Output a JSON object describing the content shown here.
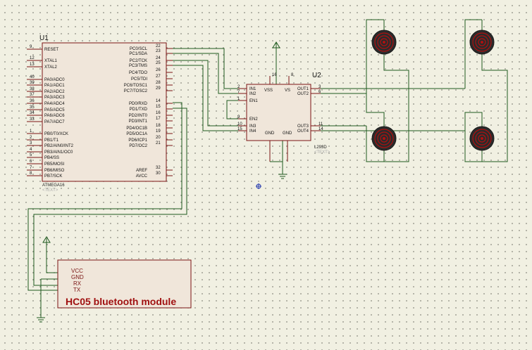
{
  "u1": {
    "ref": "U1",
    "part": "ATMEGA16",
    "ghost": "<TEXT>",
    "left_pins": [
      {
        "num": "9",
        "name": "RESET"
      },
      {
        "num": "12",
        "name": "XTAL1"
      },
      {
        "num": "13",
        "name": "XTAL2"
      },
      {
        "num": "40",
        "name": "PA0/ADC0"
      },
      {
        "num": "39",
        "name": "PA1/ADC1"
      },
      {
        "num": "38",
        "name": "PA2/ADC2"
      },
      {
        "num": "37",
        "name": "PA3/ADC3"
      },
      {
        "num": "36",
        "name": "PA4/ADC4"
      },
      {
        "num": "35",
        "name": "PA5/ADC5"
      },
      {
        "num": "34",
        "name": "PA6/ADC6"
      },
      {
        "num": "33",
        "name": "PA7/ADC7"
      },
      {
        "num": "1",
        "name": "PB0/T0/XCK"
      },
      {
        "num": "2",
        "name": "PB1/T1"
      },
      {
        "num": "3",
        "name": "PB2/AIN0/INT2"
      },
      {
        "num": "4",
        "name": "PB3/AIN1/OC0"
      },
      {
        "num": "5",
        "name": "PB4/SS"
      },
      {
        "num": "6",
        "name": "PB5/MOSI"
      },
      {
        "num": "7",
        "name": "PB6/MISO"
      },
      {
        "num": "8",
        "name": "PB7/SCK"
      }
    ],
    "right_pins": [
      {
        "num": "22",
        "name": "PC0/SCL"
      },
      {
        "num": "23",
        "name": "PC1/SDA"
      },
      {
        "num": "24",
        "name": "PC2/TCK"
      },
      {
        "num": "25",
        "name": "PC3/TMS"
      },
      {
        "num": "26",
        "name": "PC4/TDO"
      },
      {
        "num": "27",
        "name": "PC5/TDI"
      },
      {
        "num": "28",
        "name": "PC6/TOSC1"
      },
      {
        "num": "29",
        "name": "PC7/TOSC2"
      },
      {
        "num": "14",
        "name": "PD0/RXD"
      },
      {
        "num": "15",
        "name": "PD1/TXD"
      },
      {
        "num": "16",
        "name": "PD2/INT0"
      },
      {
        "num": "17",
        "name": "PD3/INT1"
      },
      {
        "num": "18",
        "name": "PD4/OC1B"
      },
      {
        "num": "19",
        "name": "PD5/OC1A"
      },
      {
        "num": "20",
        "name": "PD6/ICP1"
      },
      {
        "num": "21",
        "name": "PD7/OC2"
      },
      {
        "num": "32",
        "name": "AREF"
      },
      {
        "num": "30",
        "name": "AVCC"
      }
    ]
  },
  "u2": {
    "ref": "U2",
    "part": "L293D",
    "ghost": "<TEXT>",
    "top_pins": [
      {
        "num": "16",
        "name": "VSS"
      },
      {
        "num": "8",
        "name": "VS"
      }
    ],
    "left_pins": [
      {
        "num": "2",
        "name": "IN1"
      },
      {
        "num": "7",
        "name": "IN2"
      },
      {
        "num": "1",
        "name": "EN1"
      },
      {
        "num": "9",
        "name": "EN2"
      },
      {
        "num": "10",
        "name": "IN3"
      },
      {
        "num": "15",
        "name": "IN4"
      }
    ],
    "right_pins": [
      {
        "num": "3",
        "name": "OUT1"
      },
      {
        "num": "6",
        "name": "OUT2"
      },
      {
        "num": "11",
        "name": "OUT3"
      },
      {
        "num": "14",
        "name": "OUT4"
      }
    ],
    "bottom_labels": [
      "GND",
      "GND"
    ]
  },
  "bt": {
    "title": "HC05 bluetooth module",
    "pins": [
      "VCC",
      "GND",
      "RX",
      "TX"
    ]
  },
  "motor_count": 4,
  "colors": {
    "wire": "#1f5a1f",
    "component_outline": "#7a1414",
    "component_fill": "#f0e6da",
    "bt_title": "#a01010",
    "motor": "#b01010",
    "background": "#f1f0e2"
  }
}
